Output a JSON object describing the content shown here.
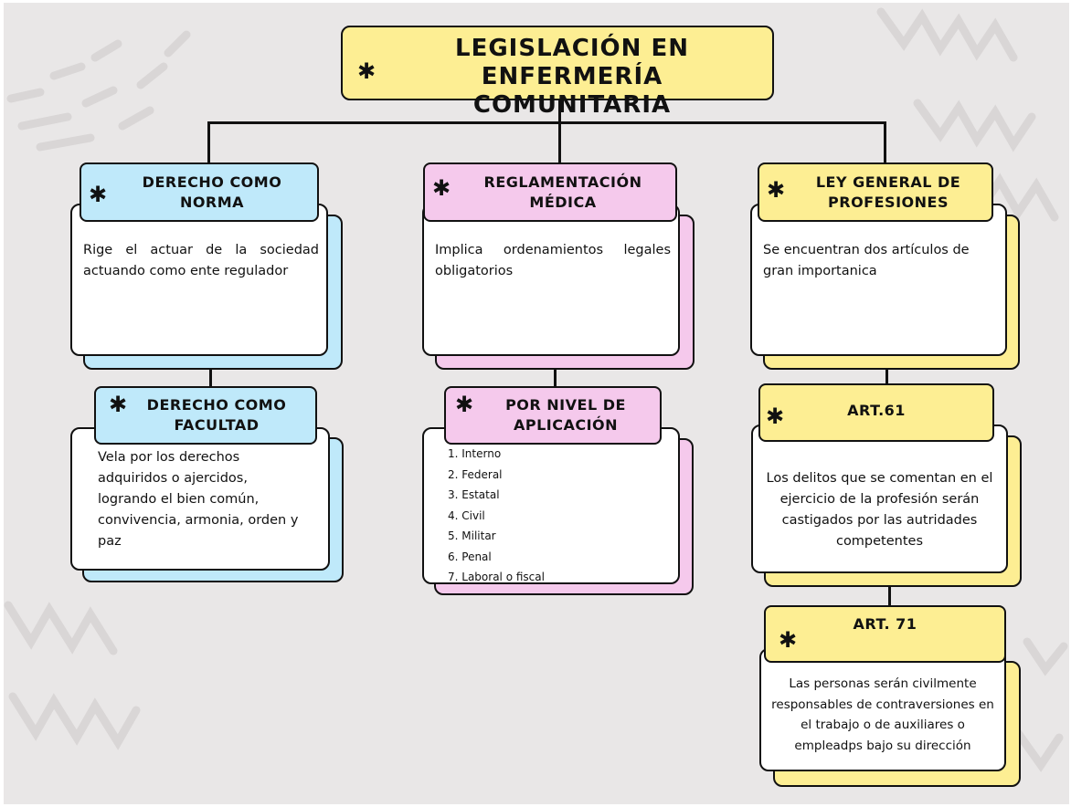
{
  "title": {
    "line1": "LEGISLACIÓN EN",
    "line2": "ENFERMERÍA COMUNITARIA"
  },
  "star_glyph": "✱",
  "colors": {
    "background": "#e9e7e7",
    "title": "#fdee93",
    "blue": "#bfe9fa",
    "pink": "#f5c9ec",
    "yellow": "#fdee93"
  },
  "left": {
    "top": {
      "title": "DERECHO COMO NORMA",
      "text": "Rige el actuar de la sociedad actuando como ente regulador"
    },
    "bottom": {
      "title": "DERECHO COMO FACULTAD",
      "text": "Vela por los derechos adquiridos o ajercidos, logrando el bien común, convivencia, armonia, orden y paz"
    }
  },
  "middle": {
    "top": {
      "title": "REGLAMENTACIÓN MÉDICA",
      "text": "Implica ordenamientos legales obligatorios"
    },
    "bottom": {
      "title": "POR NIVEL DE APLICACIÓN",
      "items": [
        "1. Interno",
        "2. Federal",
        "3. Estatal",
        "4. Civil",
        "5. Militar",
        "6. Penal",
        "7. Laboral o fiscal"
      ]
    }
  },
  "right": {
    "top": {
      "title": "LEY GENERAL DE PROFESIONES",
      "text": "Se encuentran dos artículos de gran importanica"
    },
    "art61": {
      "title": "ART.61",
      "text": "Los delitos que se comentan en el ejercicio de la profesión serán castigados por las autridades competentes"
    },
    "art71": {
      "title": "ART. 71",
      "text": "Las personas serán civilmente responsables de contraversiones en el trabajo o de auxiliares o empleadps bajo su dirección"
    }
  }
}
